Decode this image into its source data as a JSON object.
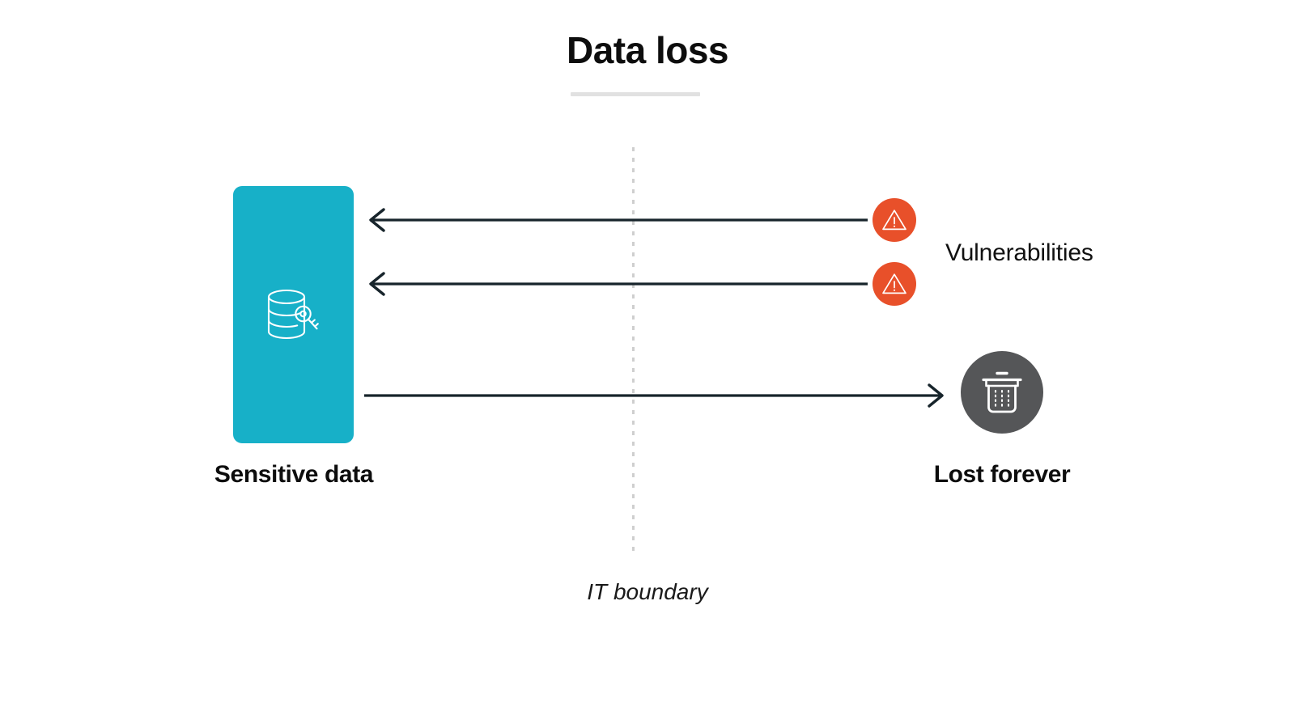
{
  "title": "Data loss",
  "boundary": {
    "label": "IT boundary",
    "line_color": "#cfcfcf"
  },
  "nodes": {
    "source": {
      "label": "Sensitive data",
      "icon": "database-key-icon",
      "color": "#17b0c8"
    },
    "threat": {
      "label": "Vulnerabilities",
      "icon": "warning-triangle-icon",
      "color": "#e8502a",
      "count": 2
    },
    "sink": {
      "label": "Lost forever",
      "icon": "trash-can-icon",
      "color": "#555658"
    }
  },
  "arrows": [
    {
      "name": "vulnerability-inbound-1",
      "direction": "left",
      "color": "#17242b"
    },
    {
      "name": "vulnerability-inbound-2",
      "direction": "left",
      "color": "#17242b"
    },
    {
      "name": "data-outbound-lost",
      "direction": "right",
      "color": "#17242b"
    }
  ],
  "colors": {
    "title": "#0d0d0d",
    "rule": "#e1e1e1",
    "teal": "#17b0c8",
    "orange": "#e8502a",
    "gray": "#555658",
    "arrow": "#17242b",
    "background": "#ffffff"
  }
}
